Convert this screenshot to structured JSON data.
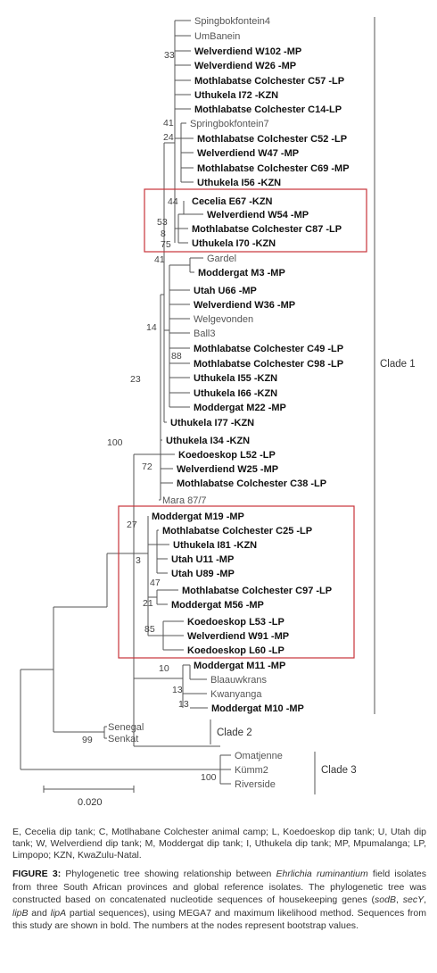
{
  "tree": {
    "leaves": [
      {
        "label": "Spingbokfontein4",
        "bold": false
      },
      {
        "label": "UmBanein",
        "bold": false
      },
      {
        "label": "Welverdiend W102 -MP",
        "bold": true
      },
      {
        "label": "Welverdiend W26 -MP",
        "bold": true
      },
      {
        "label": "Mothlabatse Colchester C57 -LP",
        "bold": true
      },
      {
        "label": "Uthukela I72 -KZN",
        "bold": true
      },
      {
        "label": "Mothlabatse Colchester C14-LP",
        "bold": true
      },
      {
        "label": "Springbokfontein7",
        "bold": false
      },
      {
        "label": "Mothlabatse Colchester C52 -LP",
        "bold": true
      },
      {
        "label": "Welverdiend W47 -MP",
        "bold": true
      },
      {
        "label": "Mothlabatse Colchester C69 -MP",
        "bold": true
      },
      {
        "label": "Uthukela I56 -KZN",
        "bold": true
      },
      {
        "label": "Cecelia E67 -KZN",
        "bold": true
      },
      {
        "label": "Welverdiend W54 -MP",
        "bold": true
      },
      {
        "label": "Mothlabatse Colchester C87 -LP",
        "bold": true
      },
      {
        "label": "Uthukela I70 -KZN",
        "bold": true
      },
      {
        "label": "Gardel",
        "bold": false
      },
      {
        "label": "Moddergat M3 -MP",
        "bold": true
      },
      {
        "label": "Utah U66 -MP",
        "bold": true
      },
      {
        "label": "Welverdiend W36 -MP",
        "bold": true
      },
      {
        "label": "Welgevonden",
        "bold": false
      },
      {
        "label": "Ball3",
        "bold": false
      },
      {
        "label": "Mothlabatse Colchester C49 -LP",
        "bold": true
      },
      {
        "label": "Mothlabatse Colchester C98 -LP",
        "bold": true
      },
      {
        "label": "Uthukela I55 -KZN",
        "bold": true
      },
      {
        "label": "Uthukela I66 -KZN",
        "bold": true
      },
      {
        "label": "Moddergat M22 -MP",
        "bold": true
      },
      {
        "label": "Uthukela I77 -KZN",
        "bold": true
      },
      {
        "label": "Uthukela I34 -KZN",
        "bold": true
      },
      {
        "label": "Koedoeskop L52 -LP",
        "bold": true
      },
      {
        "label": "Welverdiend W25 -MP",
        "bold": true
      },
      {
        "label": "Mothlabatse Colchester C38 -LP",
        "bold": true
      },
      {
        "label": "Mara 87/7",
        "bold": false
      },
      {
        "label": "Moddergat M19 -MP",
        "bold": true
      },
      {
        "label": "Mothlabatse Colchester C25 -LP",
        "bold": true
      },
      {
        "label": "Uthukela I81 -KZN",
        "bold": true
      },
      {
        "label": "Utah U11 -MP",
        "bold": true
      },
      {
        "label": "Utah U89 -MP",
        "bold": true
      },
      {
        "label": "Mothlabatse Colchester C97 -LP",
        "bold": true
      },
      {
        "label": "Moddergat M56 -MP",
        "bold": true
      },
      {
        "label": "Koedoeskop L53 -LP",
        "bold": true
      },
      {
        "label": "Welverdiend W91 -MP",
        "bold": true
      },
      {
        "label": "Koedoeskop L60 -LP",
        "bold": true
      },
      {
        "label": "Moddergat M11 -MP",
        "bold": true
      },
      {
        "label": "Blaauwkrans",
        "bold": false
      },
      {
        "label": "Kwanyanga",
        "bold": false
      },
      {
        "label": "Moddergat M10 -MP",
        "bold": true
      },
      {
        "label": "Senegal",
        "bold": false
      },
      {
        "label": "Senkat",
        "bold": false
      },
      {
        "label": "Omatjenne",
        "bold": false
      },
      {
        "label": "Kümm2",
        "bold": false
      },
      {
        "label": "Riverside",
        "bold": false
      }
    ],
    "bootstrap": [
      "33",
      "41",
      "24",
      "44",
      "53",
      "8",
      "75",
      "41",
      "14",
      "88",
      "23",
      "100",
      "72",
      "27",
      "3",
      "47",
      "21",
      "85",
      "10",
      "13",
      "13",
      "99",
      "100"
    ],
    "clades": [
      "Clade 1",
      "Clade 2",
      "Clade 3"
    ],
    "scale_label": "0.020"
  },
  "caption": {
    "abbreviations": "E, Cecelia dip tank; C, Motlhabane Colchester animal camp; L, Koedoeskop dip tank; U, Utah dip tank; W, Welverdiend dip tank; M, Moddergat dip tank; I, Uthukela dip tank; MP, Mpumalanga; LP, Limpopo; KZN, KwaZulu-Natal.",
    "figure_label": "FIGURE 3:",
    "text_1": " Phylogenetic tree showing relationship between ",
    "species": "Ehrlichia ruminantium",
    "text_2": " field isolates from three South African provinces and global reference isolates. The phylogenetic tree was constructed based on concatenated nucleotide sequences of housekeeping genes (",
    "gene_1": "sodB",
    "sep_1": ", ",
    "gene_2": "secY",
    "sep_2": ", ",
    "gene_3": "lipB",
    "sep_3": " and ",
    "gene_4": "lipA",
    "text_3": " partial sequences), using MEGA7 and maximum likelihood method. Sequences from this study are shown in bold. The numbers at the nodes represent bootstrap values."
  }
}
